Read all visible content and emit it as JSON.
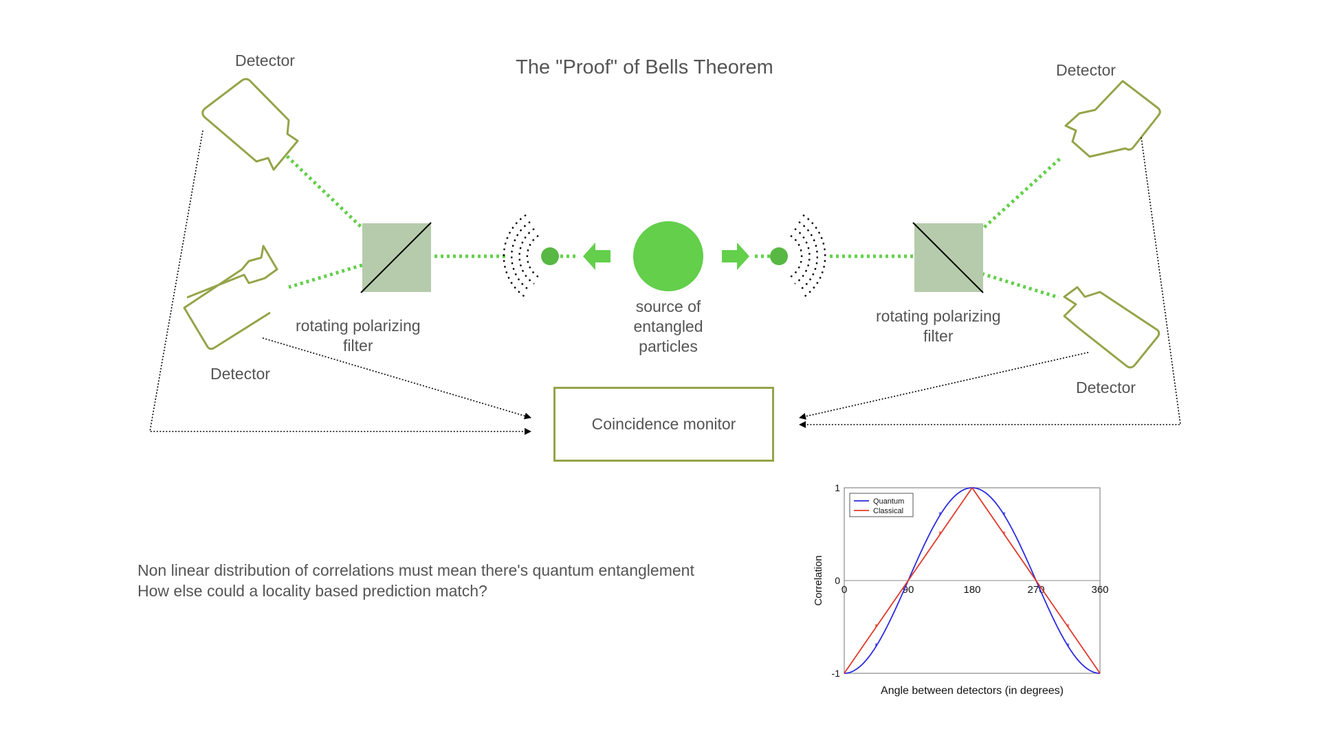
{
  "title": "The \"Proof\" of Bells Theorem",
  "labels": {
    "detector_top_left": "Detector",
    "detector_bottom_left": "Detector",
    "detector_top_right": "Detector",
    "detector_bottom_right": "Detector",
    "filter_left": [
      "rotating polarizing",
      "filter"
    ],
    "filter_right": [
      "rotating polarizing",
      "filter"
    ],
    "source": [
      "source of",
      "entangled",
      "particles"
    ],
    "monitor": "Coincidence monitor"
  },
  "note": {
    "line1": "Non linear distribution of correlations must mean there's quantum entanglement",
    "line2": "How else could a locality based prediction match?"
  },
  "colors": {
    "detector_outline": "#94a449",
    "beam_green": "#63cf4b",
    "filter_fill": "#b5cbab",
    "quantum": "#2a2ae0",
    "classical": "#e0382a"
  },
  "chart_data": {
    "type": "line",
    "xlabel": "Angle between detectors (in degrees)",
    "ylabel": "Correlation",
    "xlim": [
      0,
      360
    ],
    "ylim": [
      -1,
      1
    ],
    "xticks": [
      0,
      90,
      180,
      270,
      360
    ],
    "yticks": [
      -1,
      0,
      1
    ],
    "legend_position": "top-left",
    "series": [
      {
        "name": "Quantum",
        "function": "-cos(x)",
        "x": [
          0,
          22.5,
          45,
          67.5,
          90,
          112.5,
          135,
          157.5,
          180,
          202.5,
          225,
          247.5,
          270,
          292.5,
          315,
          337.5,
          360
        ],
        "values": [
          -1,
          -0.924,
          -0.707,
          -0.383,
          0,
          0.383,
          0.707,
          0.924,
          1,
          0.924,
          0.707,
          0.383,
          0,
          -0.383,
          -0.707,
          -0.924,
          -1
        ],
        "markers_x": [
          45,
          135,
          225,
          315
        ]
      },
      {
        "name": "Classical",
        "function": "linear",
        "x": [
          0,
          180,
          360
        ],
        "values": [
          -1,
          1,
          -1
        ],
        "markers_x": [
          45,
          135,
          225,
          315
        ]
      }
    ]
  }
}
